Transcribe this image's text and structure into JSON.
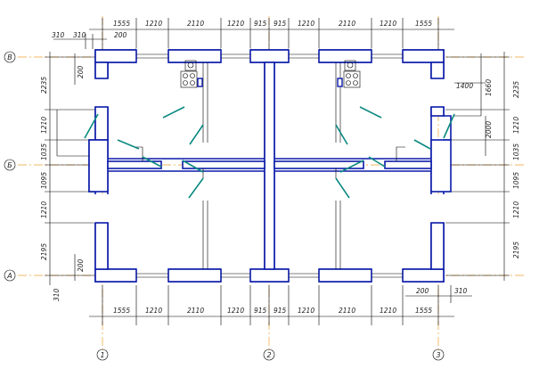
{
  "colors": {
    "wall": "#0a1aa8",
    "axis": "#f0a030",
    "door": "#0a8a80",
    "dimension": "#000000"
  },
  "top_dims": {
    "outer": [
      "310",
      "310",
      "200"
    ],
    "chain": [
      "1555",
      "1210",
      "2110",
      "1210",
      "915",
      "915",
      "1210",
      "2110",
      "1210",
      "1555"
    ]
  },
  "bottom_dims": {
    "chain": [
      "1555",
      "1210",
      "2110",
      "1210",
      "915",
      "915",
      "1210",
      "2110",
      "1210",
      "1555"
    ],
    "right": [
      "200",
      "310"
    ],
    "left": "310"
  },
  "left_dims": [
    "200",
    "2235",
    "1210",
    "1035",
    "1095",
    "1210",
    "2195",
    "200"
  ],
  "right_dims": [
    "2235",
    "1210",
    "1035",
    "1095",
    "1210",
    "2195"
  ],
  "right_inner_dims": [
    "1400",
    "1660",
    "2000"
  ],
  "row_axes": [
    "В",
    "Б",
    "А"
  ],
  "col_axes": [
    "1",
    "2",
    "3"
  ]
}
